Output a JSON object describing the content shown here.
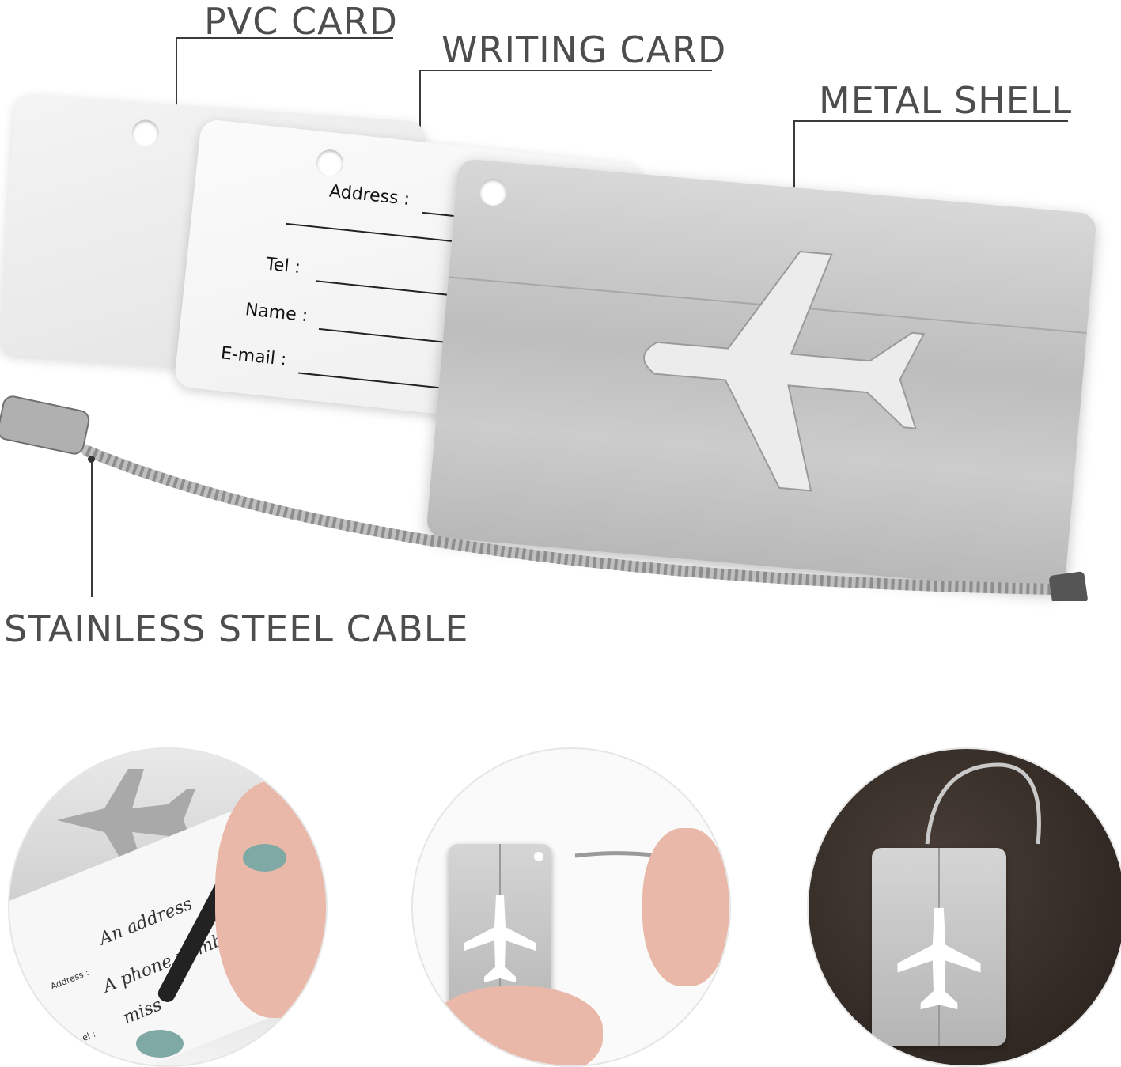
{
  "callouts": {
    "pvc_card": "PVC CARD",
    "writing_card": "WRITING CARD",
    "metal_shell": "METAL SHELL",
    "stainless_steel_cable": "STAINLESS STEEL CABLE"
  },
  "writing_card_fields": {
    "address": "Address :",
    "tel": "Tel :",
    "name": "Name :",
    "email": "E-mail :"
  },
  "handwritten_card": {
    "address_label": "Address :",
    "tel_label": "el :",
    "line1": "An address",
    "line2": "A phone number",
    "line3": "miss"
  },
  "icons": {
    "airplane": "airplane-cutout-icon"
  },
  "colors": {
    "label_text": "#4d4d4d",
    "metal": "#c4c4c4",
    "background": "#ffffff"
  }
}
